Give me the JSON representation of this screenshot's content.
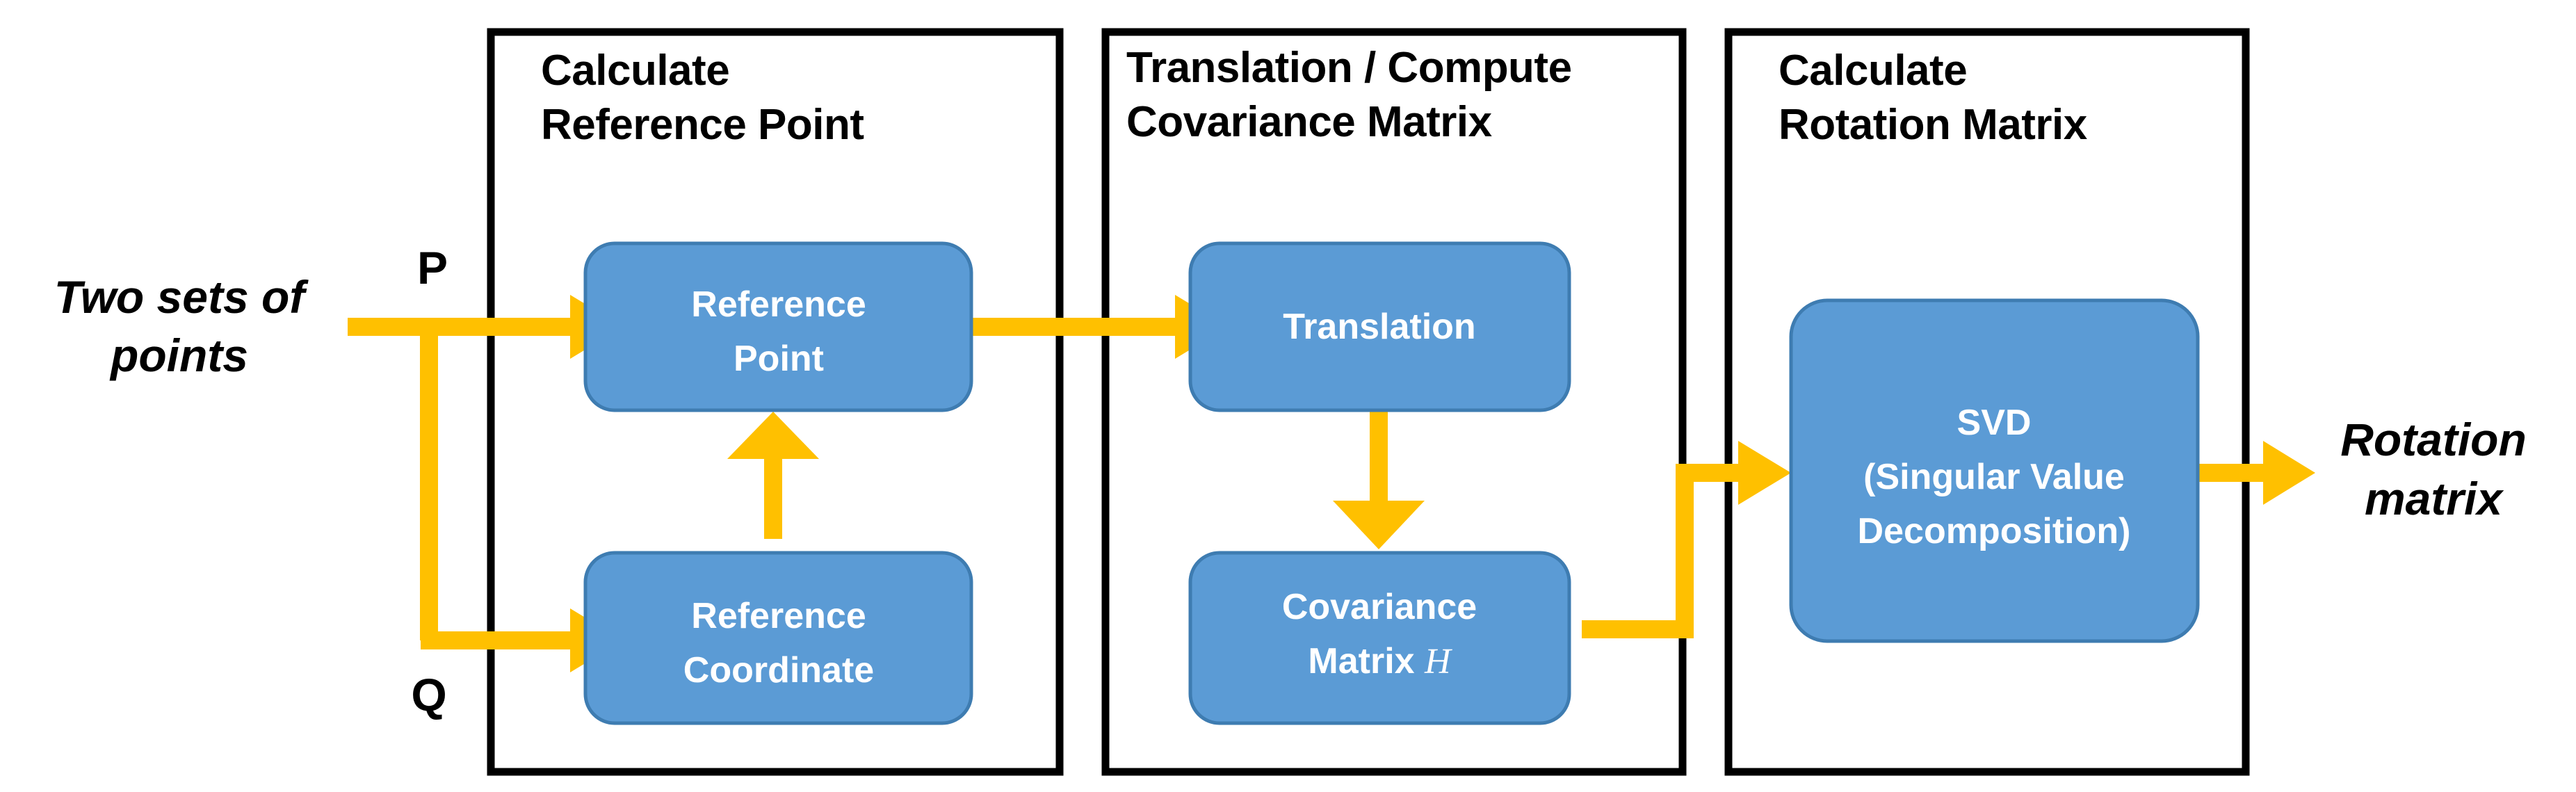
{
  "diagram": {
    "title_implicit": "Point-set registration pipeline",
    "accent_color": "#FFC000",
    "box_fill": "#5B9BD5",
    "box_stroke": "#3E7CB1",
    "frame_stroke": "#000000",
    "background": "#FFFFFF"
  },
  "inputs": [
    {
      "id": "two-sets-of-points",
      "line1": "Two sets of",
      "line2": "points"
    }
  ],
  "branch_tags": [
    {
      "id": "tag-p",
      "label": "P"
    },
    {
      "id": "tag-q",
      "label": "Q"
    }
  ],
  "panels": [
    {
      "id": "calculate-reference-point",
      "title_line1": "Calculate",
      "title_line2": "Reference Point",
      "boxes": [
        {
          "id": "reference-point",
          "line1": "Reference",
          "line2": "Point",
          "line3": ""
        },
        {
          "id": "reference-coordinate",
          "line1": "Reference",
          "line2": "Coordinate",
          "line3": ""
        }
      ]
    },
    {
      "id": "translation-compute-covariance-matrix",
      "title_line1": "Translation / Compute",
      "title_line2": "Covariance Matrix",
      "boxes": [
        {
          "id": "translation",
          "line1": "Translation",
          "line2": "",
          "line3": ""
        },
        {
          "id": "covariance-matrix",
          "line1": "Covariance",
          "line2": "Matrix ",
          "line2_var": "H",
          "line3": ""
        }
      ]
    },
    {
      "id": "calculate-rotation-matrix",
      "title_line1": "Calculate",
      "title_line2": "Rotation Matrix",
      "boxes": [
        {
          "id": "svd",
          "line1": "SVD",
          "line2": "(Singular Value",
          "line3": "Decomposition)"
        }
      ]
    }
  ],
  "outputs": [
    {
      "id": "rotation-matrix",
      "line1": "Rotation",
      "line2": "matrix"
    }
  ],
  "connectors": [
    {
      "id": "input-to-split",
      "from": "two-sets-of-points",
      "to": "split-node"
    },
    {
      "id": "split-to-reference-point",
      "from": "split-node",
      "to": "reference-point"
    },
    {
      "id": "split-to-reference-coordinate",
      "from": "split-node",
      "to": "reference-coordinate"
    },
    {
      "id": "reference-coordinate-to-reference-point",
      "from": "reference-coordinate",
      "to": "reference-point"
    },
    {
      "id": "reference-point-to-translation",
      "from": "reference-point",
      "to": "translation"
    },
    {
      "id": "translation-to-covariance-matrix",
      "from": "translation",
      "to": "covariance-matrix"
    },
    {
      "id": "covariance-matrix-to-svd",
      "from": "covariance-matrix",
      "to": "svd"
    },
    {
      "id": "svd-to-rotation-matrix",
      "from": "svd",
      "to": "rotation-matrix"
    }
  ]
}
